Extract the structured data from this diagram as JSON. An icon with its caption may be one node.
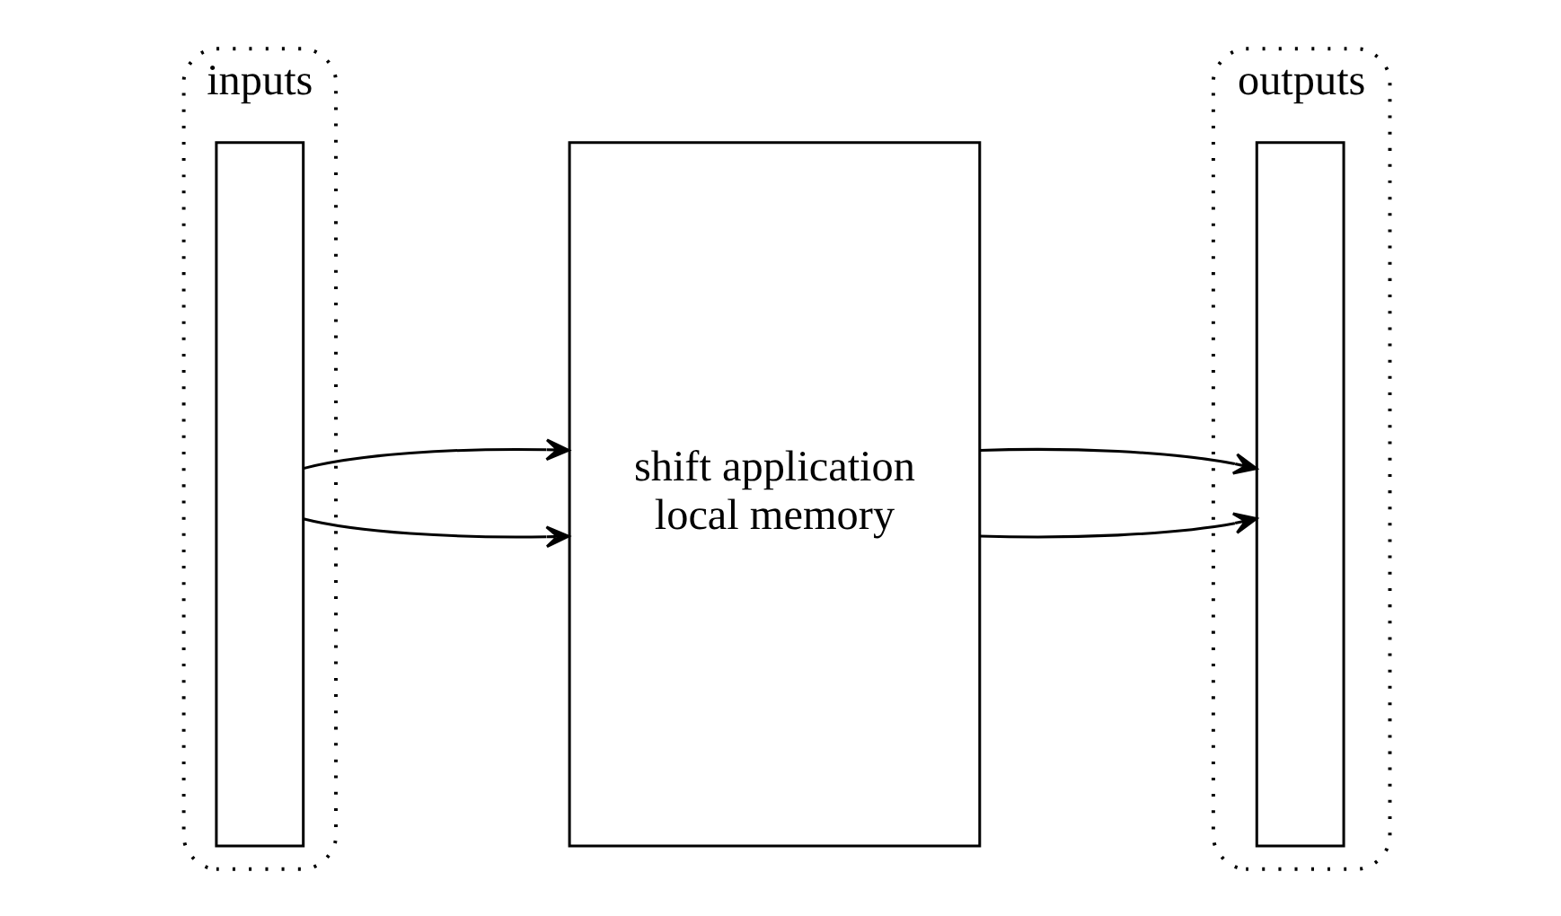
{
  "diagram": {
    "nodes": [
      {
        "text": [
          "inputs"
        ]
      },
      {
        "text": [],
        "shape": "bar",
        "in": 0
      },
      {
        "text": [
          "shift application",
          "local memory"
        ]
      },
      {
        "text": [
          "outputs"
        ]
      },
      {
        "text": [],
        "shape": "bar",
        "in": 3
      }
    ],
    "edges": [
      {
        "from": 1,
        "to": 2,
        "arrow": "to"
      },
      {
        "from": 1,
        "to": 2,
        "arrow": "to"
      },
      {
        "from": 2,
        "to": 4,
        "arrow": "to"
      },
      {
        "from": 2,
        "to": 4,
        "arrow": "to"
      }
    ]
  }
}
